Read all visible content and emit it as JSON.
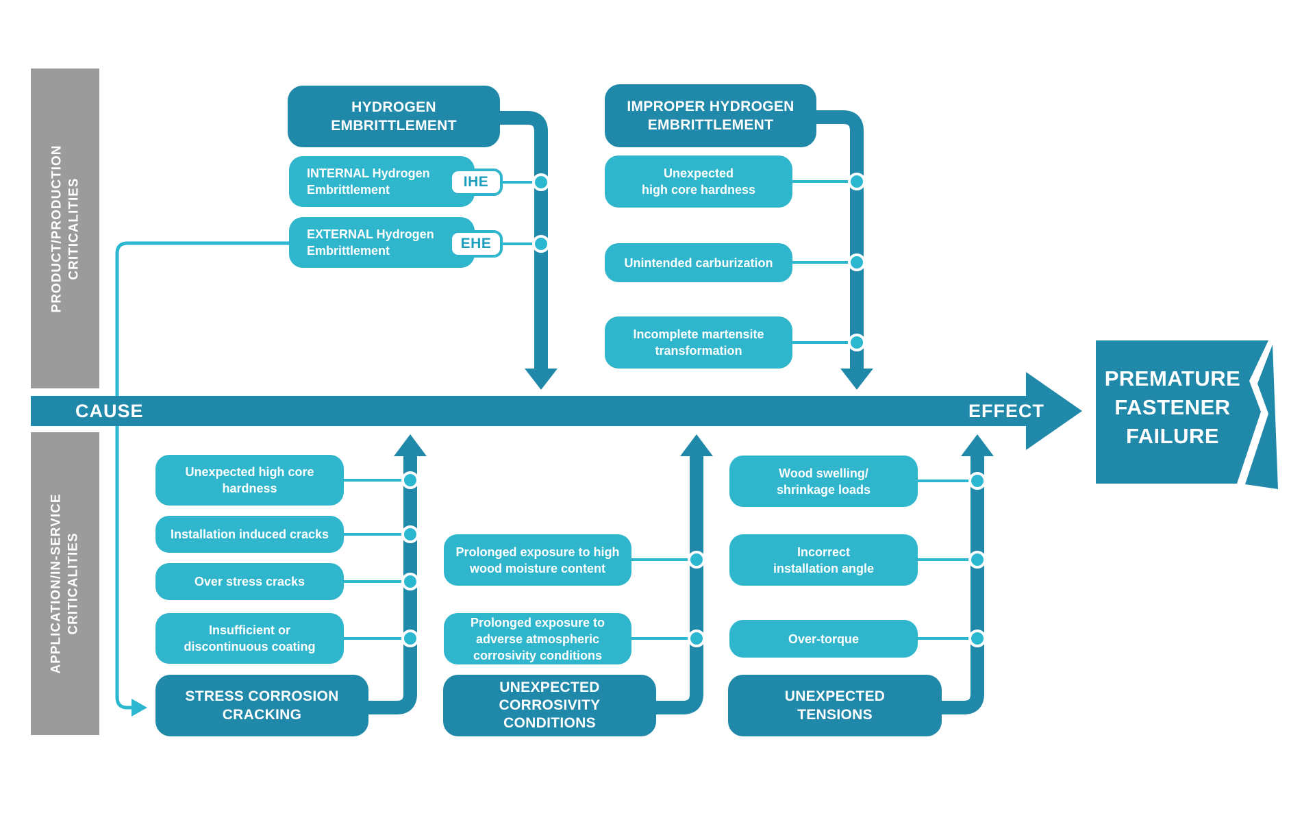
{
  "palette": {
    "dark_teal": "#2088a9",
    "light_cyan": "#2fb6cc",
    "connector_cyan": "#2bb7cf",
    "gray": "#9b9b9b",
    "white": "#ffffff"
  },
  "side_labels": {
    "top": "PRODUCT/PRODUCTION\nCRITICALITIES",
    "bottom": "APPLICATION/IN-SERVICE\nCRITICALITIES"
  },
  "band": {
    "cause": "CAUSE",
    "effect": "EFFECT"
  },
  "effect_box": {
    "label": "PREMATURE\nFASTENER\nFAILURE"
  },
  "groups": {
    "hydrogen": {
      "header": "HYDROGEN\nEMBRITTLEMENT",
      "items": [
        {
          "label": "INTERNAL Hydrogen\nEmbrittlement",
          "tag": "IHE"
        },
        {
          "label": "EXTERNAL Hydrogen\nEmbrittlement",
          "tag": "EHE"
        }
      ]
    },
    "improper_hydrogen": {
      "header": "IMPROPER HYDROGEN\nEMBRITTLEMENT",
      "items": [
        {
          "label": "Unexpected\nhigh core hardness"
        },
        {
          "label": "Unintended carburization"
        },
        {
          "label": "Incomplete martensite\ntransformation"
        }
      ]
    },
    "stress_corrosion": {
      "header": "STRESS CORROSION\nCRACKING",
      "items": [
        {
          "label": "Unexpected high core\nhardness"
        },
        {
          "label": "Installation induced cracks"
        },
        {
          "label": "Over stress cracks"
        },
        {
          "label": "Insufficient or\ndiscontinuous coating"
        }
      ]
    },
    "corrosivity": {
      "header": "UNEXPECTED\nCORROSIVITY\nCONDITIONS",
      "items": [
        {
          "label": "Prolonged exposure to high\nwood moisture content"
        },
        {
          "label": "Prolonged exposure to\nadverse atmospheric\ncorrosivity conditions"
        }
      ]
    },
    "tensions": {
      "header": "UNEXPECTED\nTENSIONS",
      "items": [
        {
          "label": "Wood swelling/\nshrinkage loads"
        },
        {
          "label": "Incorrect\ninstallation angle"
        },
        {
          "label": "Over-torque"
        }
      ]
    }
  }
}
